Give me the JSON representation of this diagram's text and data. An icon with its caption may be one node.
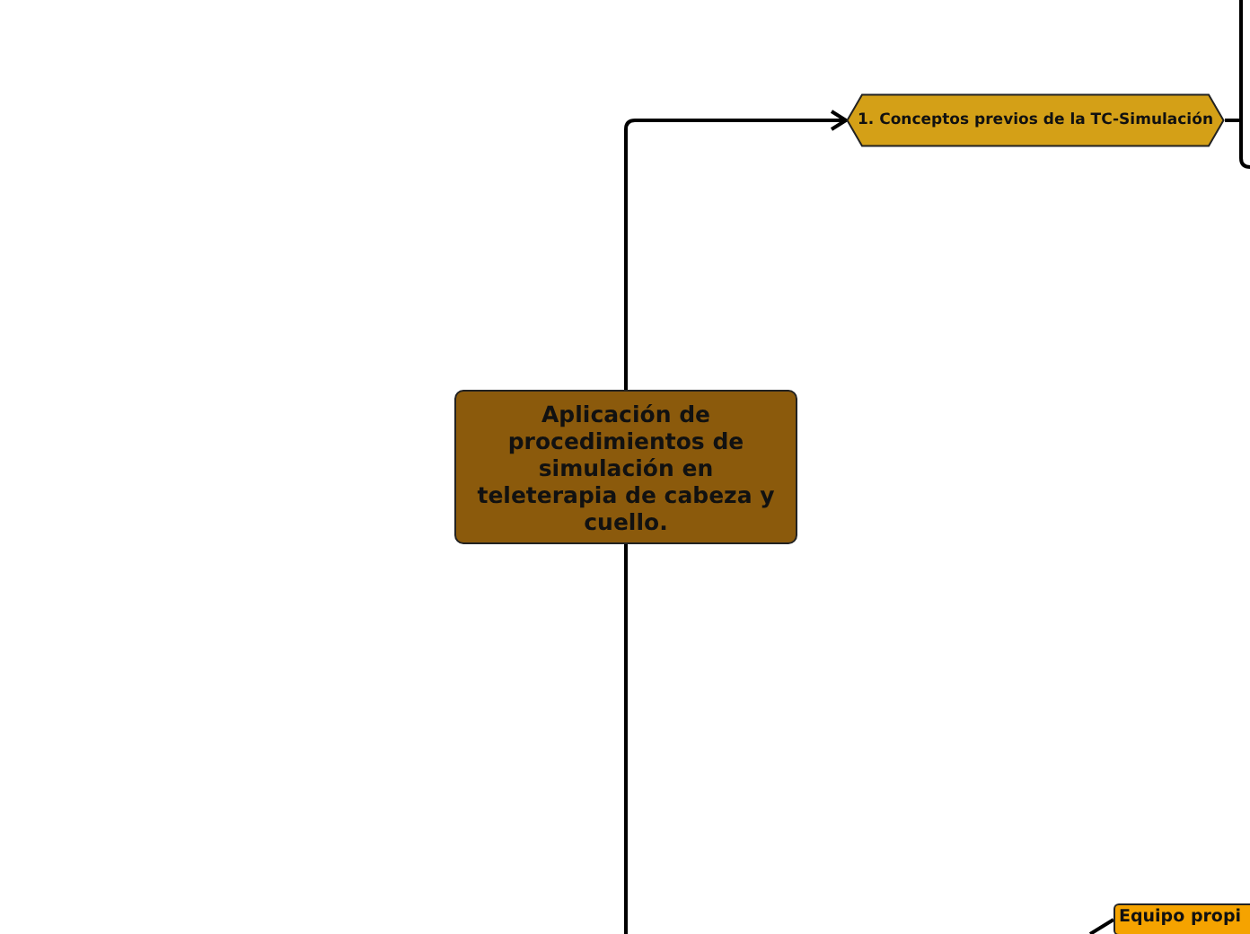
{
  "diagram": {
    "nodes": [
      {
        "text": [
          "Aplicación de procedimientos de simulación en teleterapia de cabeza y cuello."
        ]
      },
      {
        "text": [
          "1. Conceptos previos de la TC-Simulación"
        ]
      },
      {
        "text": [
          "Equipo propi"
        ]
      }
    ],
    "edges": [
      {
        "from": 0,
        "to": 1,
        "arrow": "to"
      },
      {
        "from": 0,
        "to": null,
        "arrow": "none"
      },
      {
        "from": 1,
        "to": null,
        "arrow": "none"
      },
      {
        "from": 2,
        "to": null,
        "arrow": "none"
      }
    ]
  }
}
